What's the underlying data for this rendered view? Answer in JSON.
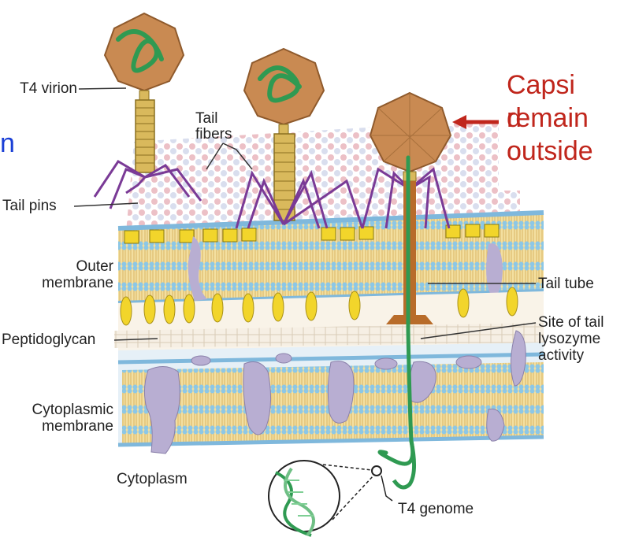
{
  "labels": {
    "t4_virion": "T4 virion",
    "tail_fibers_1": "Tail",
    "tail_fibers_2": "fibers",
    "tail_pins": "Tail pins",
    "outer_membrane_1": "Outer",
    "outer_membrane_2": "membrane",
    "peptidoglycan": "Peptidoglycan",
    "cytoplasmic_membrane_1": "Cytoplasmic",
    "cytoplasmic_membrane_2": "membrane",
    "cytoplasm": "Cytoplasm",
    "tail_tube": "Tail tube",
    "site_tail_1": "Site of tail",
    "site_tail_2": "lysozyme",
    "site_tail_3": "activity",
    "t4_genome": "T4 genome"
  },
  "slide_fragment": "n",
  "overlay": {
    "line1": "Capsi",
    "line2a": "d",
    "line2b": "remain",
    "line3a": "o",
    "line3b": "outside"
  },
  "colors": {
    "capsid": "#c98a52",
    "tail": "#d9b95c",
    "fibers": "#7a3a96",
    "dna": "#2f9a52",
    "annotation": "#c0261c",
    "slide_text": "#1a3fd6"
  }
}
